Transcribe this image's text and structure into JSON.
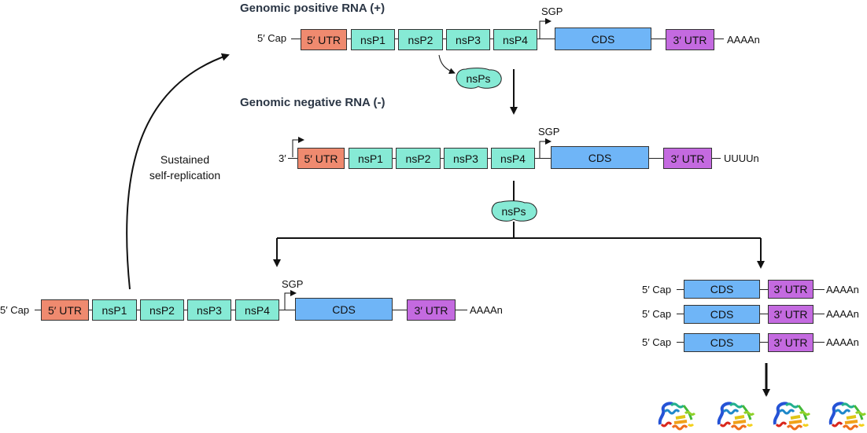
{
  "titles": {
    "positive": "Genomic positive RNA (+)",
    "negative": "Genomic negative RNA (-)"
  },
  "labels": {
    "cap": "5′ Cap",
    "three_prime": "3′",
    "polyA": "AAAAn",
    "polyU": "UUUUn",
    "sgp": "SGP",
    "nsps": "nsPs",
    "sustained_line1": "Sustained",
    "sustained_line2": "self-replication"
  },
  "segments": {
    "utr5": "5′ UTR",
    "nsp1": "nsP1",
    "nsp2": "nsP2",
    "nsp3": "nsP3",
    "nsp4": "nsP4",
    "cds": "CDS",
    "utr3": "3′ UTR"
  },
  "colors": {
    "utr5": "#ef8a6f",
    "nsp": "#86ead5",
    "cds": "#6fb5f7",
    "utr3": "#c46ae0",
    "title": "#2b3645"
  },
  "protein_icon": "protein-structure-icon"
}
